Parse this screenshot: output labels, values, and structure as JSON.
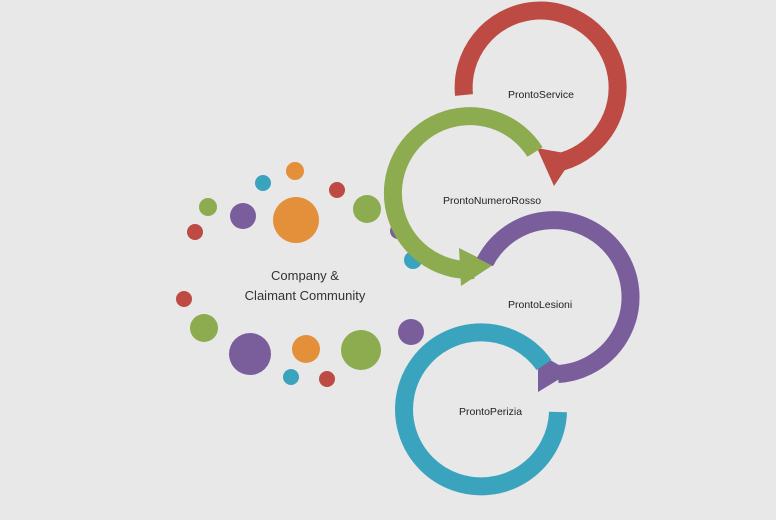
{
  "center": {
    "line1": "Company &",
    "line2": "Claimant Community"
  },
  "cycles": [
    {
      "id": "service",
      "label": "ProntoService"
    },
    {
      "id": "numero",
      "label": "ProntoNumeroRosso"
    },
    {
      "id": "lesioni",
      "label": "ProntoLesioni"
    },
    {
      "id": "perizia",
      "label": "ProntoPerizia"
    }
  ],
  "colors": {
    "background": "#e8e8e8",
    "red": "#bd4a43",
    "green": "#8dab4f",
    "purple": "#7a5e9c",
    "teal": "#3aa4bf",
    "orange": "#e4903b",
    "text": "#333333"
  }
}
